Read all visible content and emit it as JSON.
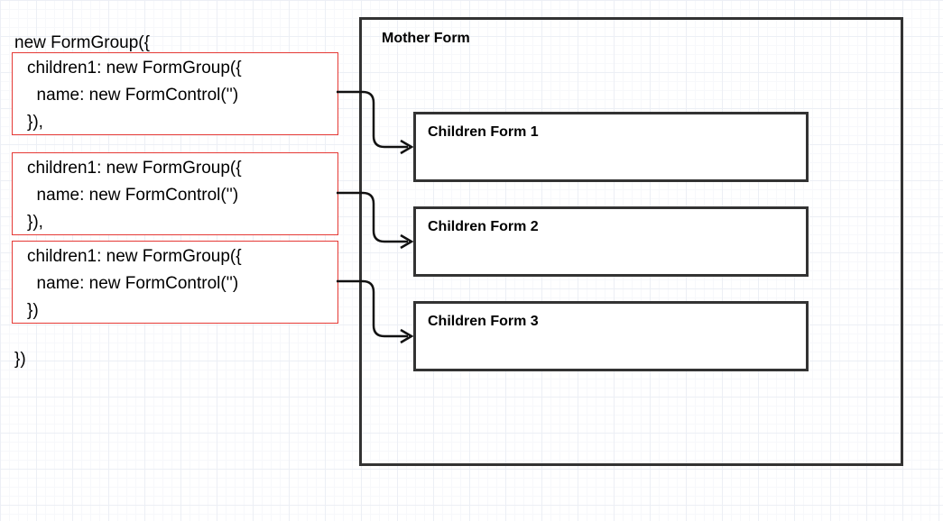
{
  "code": {
    "open": "new FormGroup({",
    "close": "})",
    "blocks": [
      {
        "line1": "children1: new FormGroup({",
        "line2": "  name: new FormControl('')",
        "line3": "}),",
        "color": "#e53935"
      },
      {
        "line1": "children1: new FormGroup({",
        "line2": "  name: new FormControl('')",
        "line3": "}),",
        "color": "#e53935"
      },
      {
        "line1": "children1: new FormGroup({",
        "line2": "  name: new FormControl('')",
        "line3": "})",
        "color": "#e53935"
      }
    ]
  },
  "mother_form": {
    "label": "Mother Form"
  },
  "children_forms": [
    {
      "label": "Children Form 1"
    },
    {
      "label": "Children Form 2"
    },
    {
      "label": "Children Form 3"
    }
  ],
  "arrows": [
    {
      "from": "code-block-1",
      "to": "children-form-1"
    },
    {
      "from": "code-block-2",
      "to": "children-form-2"
    },
    {
      "from": "code-block-3",
      "to": "children-form-3"
    }
  ]
}
